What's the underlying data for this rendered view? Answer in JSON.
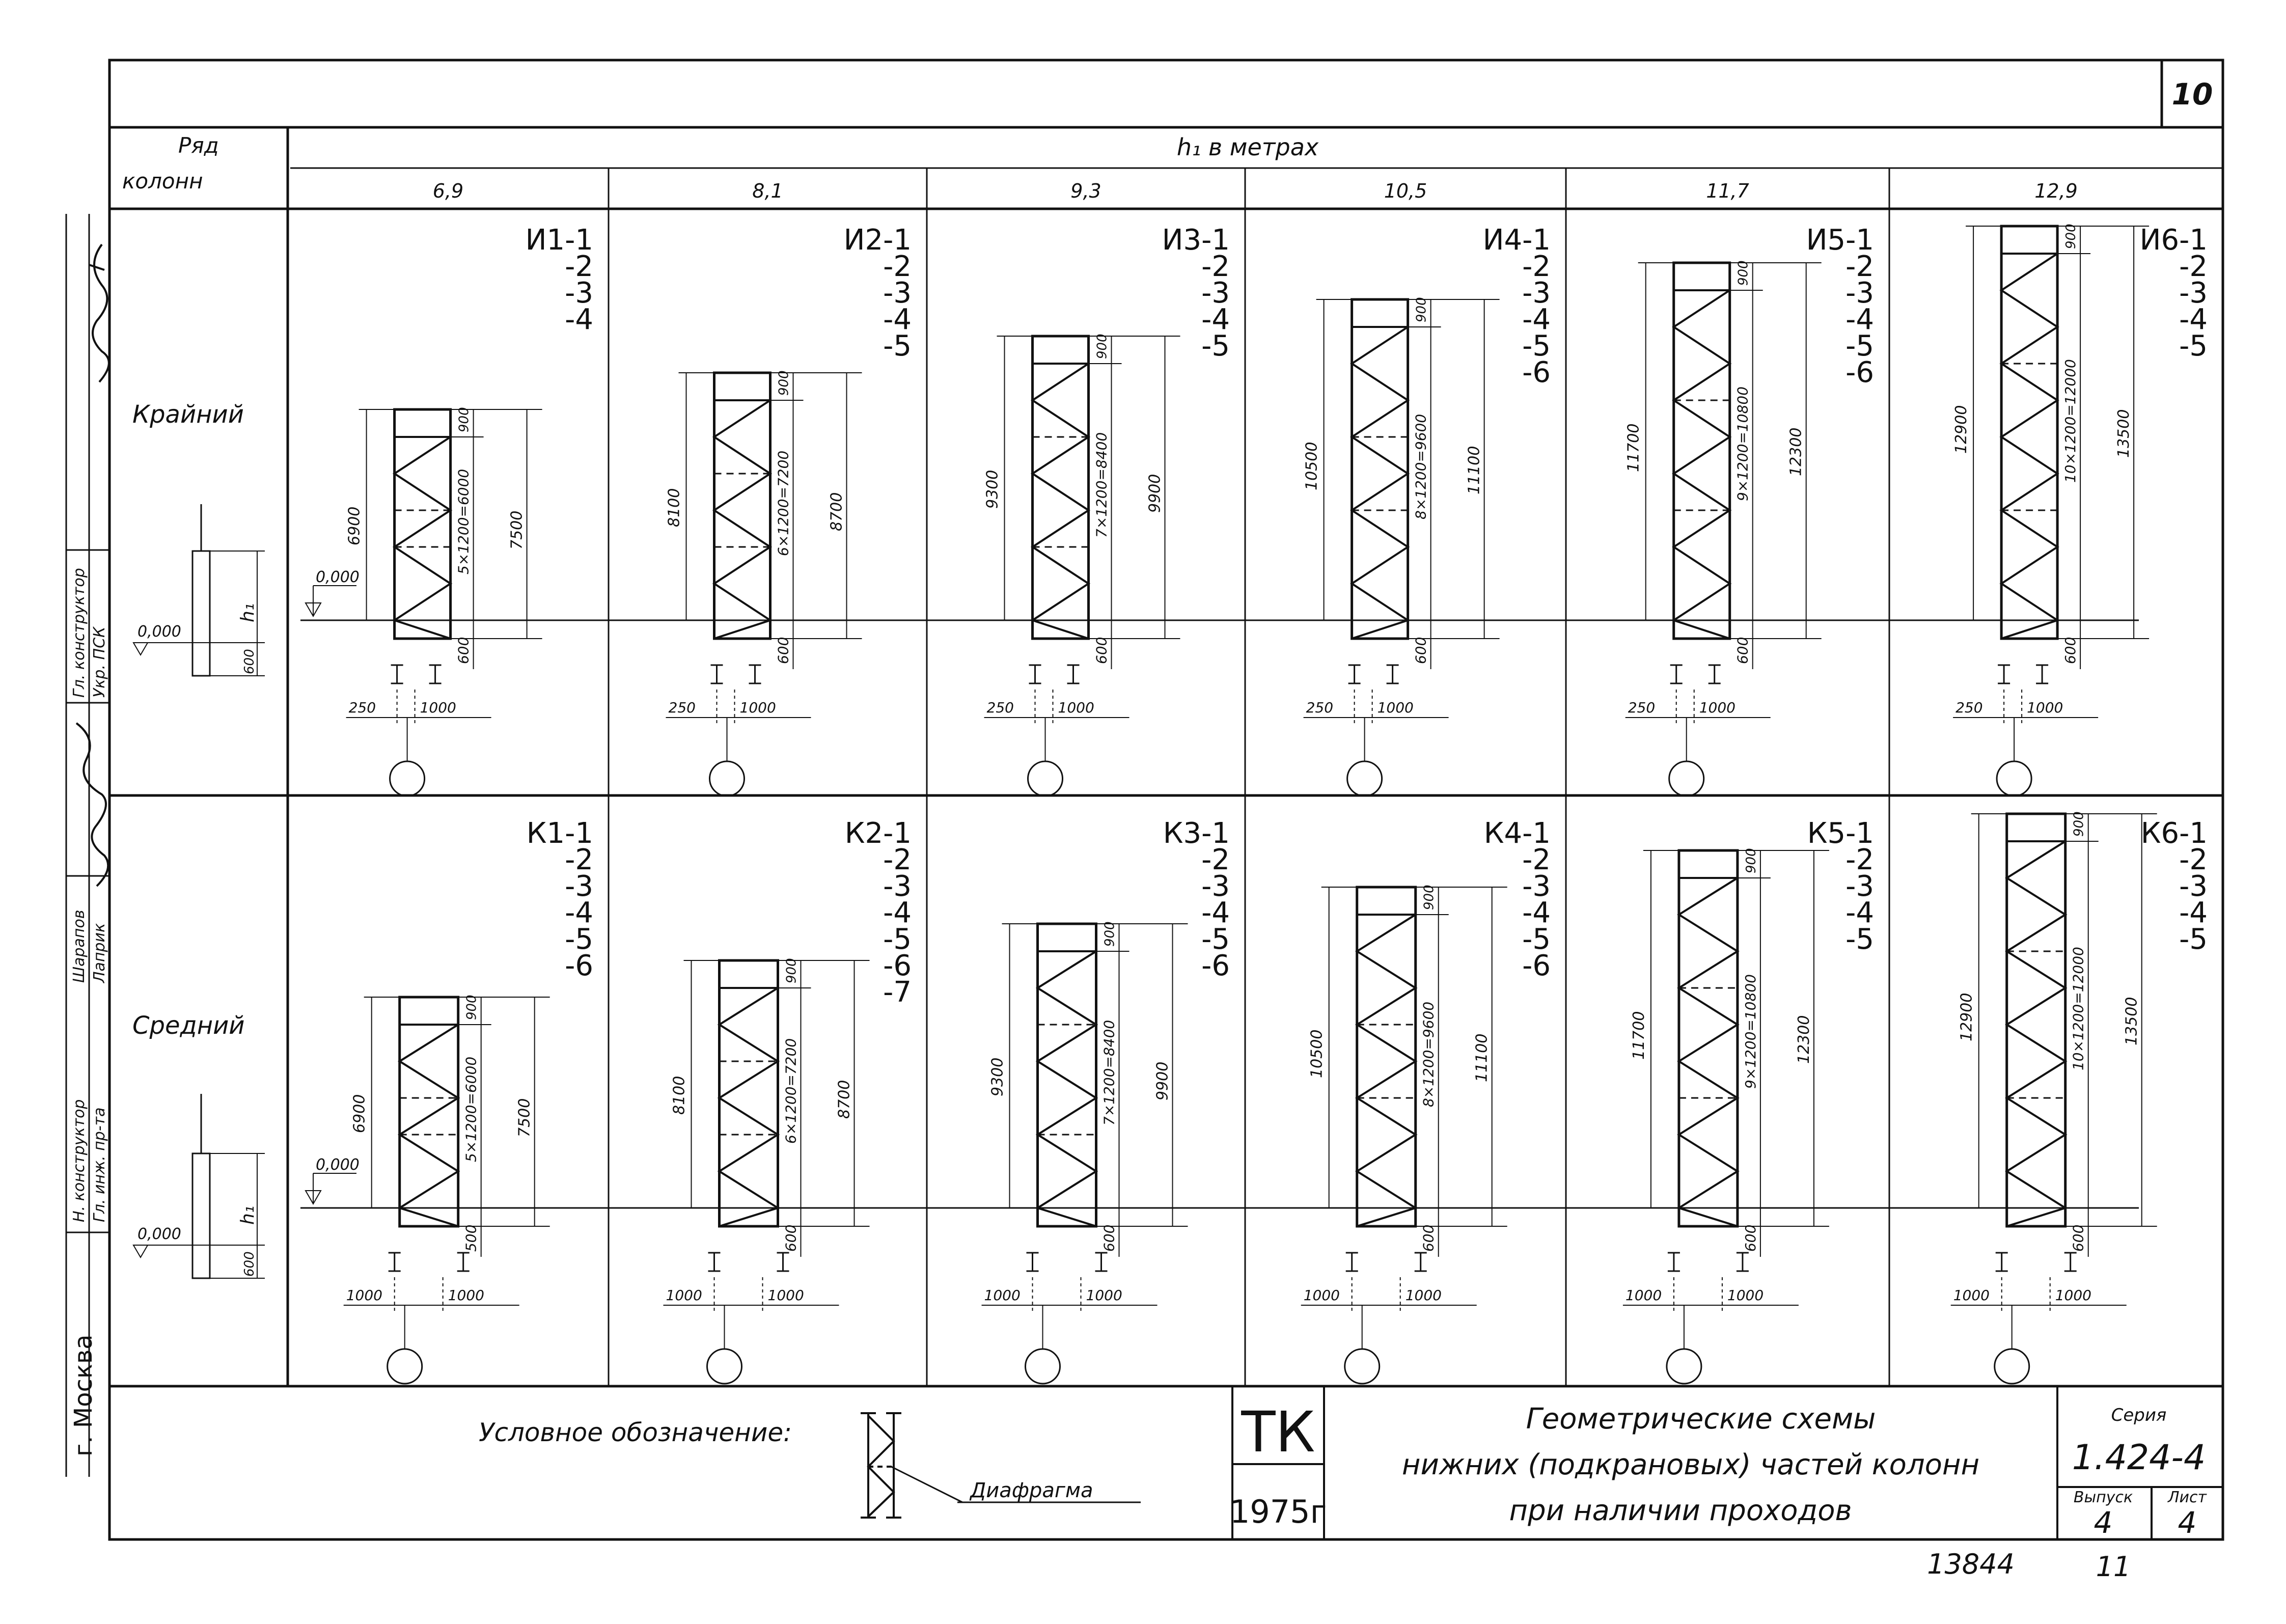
{
  "sheet": {
    "page_number": "10",
    "header_row_label_line1": "Ряд",
    "header_row_label_line2": "колонн",
    "header_h_title": "h₁ в метрах",
    "h_values": [
      "6,9",
      "8,1",
      "9,3",
      "10,5",
      "11,7",
      "12,9"
    ]
  },
  "rows": [
    {
      "label": "Крайний",
      "type": "edge",
      "marks": {
        "zero": "0,000",
        "h": "h₁",
        "base": "600"
      },
      "columns": [
        {
          "mark_first": "И1-1",
          "mark_rest": [
            "-2",
            "-3",
            "-4"
          ],
          "top_dim": "900",
          "total": "6900",
          "panels": "5×1200=6000",
          "overall": "7500",
          "bottom": "600",
          "left_offset": "250",
          "right_offset": "1000",
          "zero": "0,000",
          "n_panels": 5
        },
        {
          "mark_first": "И2-1",
          "mark_rest": [
            "-2",
            "-3",
            "-4",
            "-5"
          ],
          "top_dim": "900",
          "total": "8100",
          "panels": "6×1200=7200",
          "overall": "8700",
          "bottom": "600",
          "left_offset": "250",
          "right_offset": "1000",
          "zero": "",
          "n_panels": 6
        },
        {
          "mark_first": "И3-1",
          "mark_rest": [
            "-2",
            "-3",
            "-4",
            "-5"
          ],
          "top_dim": "900",
          "total": "9300",
          "panels": "7×1200=8400",
          "overall": "9900",
          "bottom": "600",
          "left_offset": "250",
          "right_offset": "1000",
          "zero": "",
          "n_panels": 7
        },
        {
          "mark_first": "И4-1",
          "mark_rest": [
            "-2",
            "-3",
            "-4",
            "-5",
            "-6"
          ],
          "top_dim": "900",
          "total": "10500",
          "panels": "8×1200=9600",
          "overall": "11100",
          "bottom": "600",
          "left_offset": "250",
          "right_offset": "1000",
          "zero": "",
          "n_panels": 8
        },
        {
          "mark_first": "И5-1",
          "mark_rest": [
            "-2",
            "-3",
            "-4",
            "-5",
            "-6"
          ],
          "top_dim": "900",
          "total": "11700",
          "panels": "9×1200=10800",
          "overall": "12300",
          "bottom": "600",
          "left_offset": "250",
          "right_offset": "1000",
          "zero": "",
          "n_panels": 9
        },
        {
          "mark_first": "И6-1",
          "mark_rest": [
            "-2",
            "-3",
            "-4",
            "-5"
          ],
          "top_dim": "900",
          "total": "12900",
          "panels": "10×1200=12000",
          "overall": "13500",
          "bottom": "600",
          "left_offset": "250",
          "right_offset": "1000",
          "zero": "",
          "n_panels": 10
        }
      ]
    },
    {
      "label": "Средний",
      "type": "middle",
      "marks": {
        "zero": "0,000",
        "h": "h₁",
        "base": "600"
      },
      "columns": [
        {
          "mark_first": "К1-1",
          "mark_rest": [
            "-2",
            "-3",
            "-4",
            "-5",
            "-6"
          ],
          "top_dim": "900",
          "total": "6900",
          "panels": "5×1200=6000",
          "overall": "7500",
          "bottom": "500",
          "left_offset": "1000",
          "right_offset": "1000",
          "zero": "0,000",
          "n_panels": 5
        },
        {
          "mark_first": "К2-1",
          "mark_rest": [
            "-2",
            "-3",
            "-4",
            "-5",
            "-6",
            "-7"
          ],
          "top_dim": "900",
          "total": "8100",
          "panels": "6×1200=7200",
          "overall": "8700",
          "bottom": "600",
          "left_offset": "1000",
          "right_offset": "1000",
          "zero": "",
          "n_panels": 6
        },
        {
          "mark_first": "К3-1",
          "mark_rest": [
            "-2",
            "-3",
            "-4",
            "-5",
            "-6"
          ],
          "top_dim": "900",
          "total": "9300",
          "panels": "7×1200=8400",
          "overall": "9900",
          "bottom": "600",
          "left_offset": "1000",
          "right_offset": "1000",
          "zero": "",
          "n_panels": 7
        },
        {
          "mark_first": "К4-1",
          "mark_rest": [
            "-2",
            "-3",
            "-4",
            "-5",
            "-6"
          ],
          "top_dim": "900",
          "total": "10500",
          "panels": "8×1200=9600",
          "overall": "11100",
          "bottom": "600",
          "left_offset": "1000",
          "right_offset": "1000",
          "zero": "",
          "n_panels": 8
        },
        {
          "mark_first": "К5-1",
          "mark_rest": [
            "-2",
            "-3",
            "-4",
            "-5"
          ],
          "top_dim": "900",
          "total": "11700",
          "panels": "9×1200=10800",
          "overall": "12300",
          "bottom": "600",
          "left_offset": "1000",
          "right_offset": "1000",
          "zero": "",
          "n_panels": 9
        },
        {
          "mark_first": "К6-1",
          "mark_rest": [
            "-2",
            "-3",
            "-4",
            "-5"
          ],
          "top_dim": "900",
          "total": "12900",
          "panels": "10×1200=12000",
          "overall": "13500",
          "bottom": "600",
          "left_offset": "1000",
          "right_offset": "1000",
          "zero": "",
          "n_panels": 10
        }
      ]
    }
  ],
  "side_stamp": {
    "city": "г. Москва",
    "roles": [
      "Гл. инж. пр-та",
      "Н. конструктор",
      "Гл. конструктор",
      "Укр. ПСК"
    ],
    "names": [
      "Шарапов",
      "Лаприк"
    ]
  },
  "legend": {
    "label": "Условное обозначение:",
    "item": "Диафрагма"
  },
  "title_block": {
    "org": "ТК",
    "year": "1975г",
    "title_line1": "Геометрические   схемы",
    "title_line2": "нижних (подкрановых) частей колонн",
    "title_line3": "при наличии проходов",
    "series_label": "Серия",
    "series_value": "1.424-4",
    "issue_label": "Выпуск",
    "issue_value": "4",
    "sheet_label": "Лист",
    "sheet_value": "4"
  },
  "footer": {
    "doc_number": "13844",
    "page": "11"
  }
}
